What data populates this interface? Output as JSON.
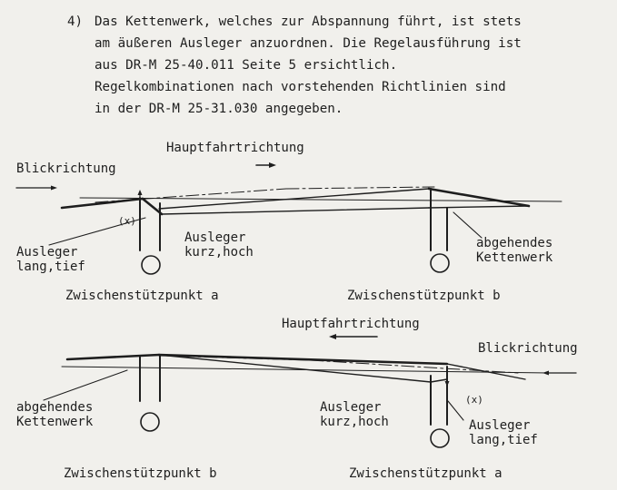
{
  "paragraph": {
    "number": "4)",
    "lines": [
      "Das Kettenwerk, welches zur Abspannung führt, ist stets",
      "am äußeren Ausleger anzuordnen. Die Regelausführung ist",
      "aus DR-M 25-40.011 Seite 5 ersichtlich.",
      "Regelkombinationen nach vorstehenden Richtlinien sind",
      "in der DR-M 25-31.030 angegeben."
    ]
  },
  "diagram_top": {
    "direction": "Hauptfahrtrichtung",
    "view": "Blickrichtung",
    "mark": "(x)",
    "arm_long": [
      "Ausleger",
      "lang,tief"
    ],
    "arm_short": [
      "Ausleger",
      "kurz,hoch"
    ],
    "outgoing": [
      "abgehendes",
      "Kettenwerk"
    ],
    "support_left": "Zwischenstützpunkt a",
    "support_right": "Zwischenstützpunkt b"
  },
  "diagram_bottom": {
    "direction": "Hauptfahrtrichtung",
    "view": "Blickrichtung",
    "mark": "(x)",
    "outgoing": [
      "abgehendes",
      "Kettenwerk"
    ],
    "arm_short": [
      "Ausleger",
      "kurz,hoch"
    ],
    "arm_long": [
      "Ausleger",
      "lang,tief"
    ],
    "support_left": "Zwischenstützpunkt b",
    "support_right": "Zwischenstützpunkt a"
  }
}
